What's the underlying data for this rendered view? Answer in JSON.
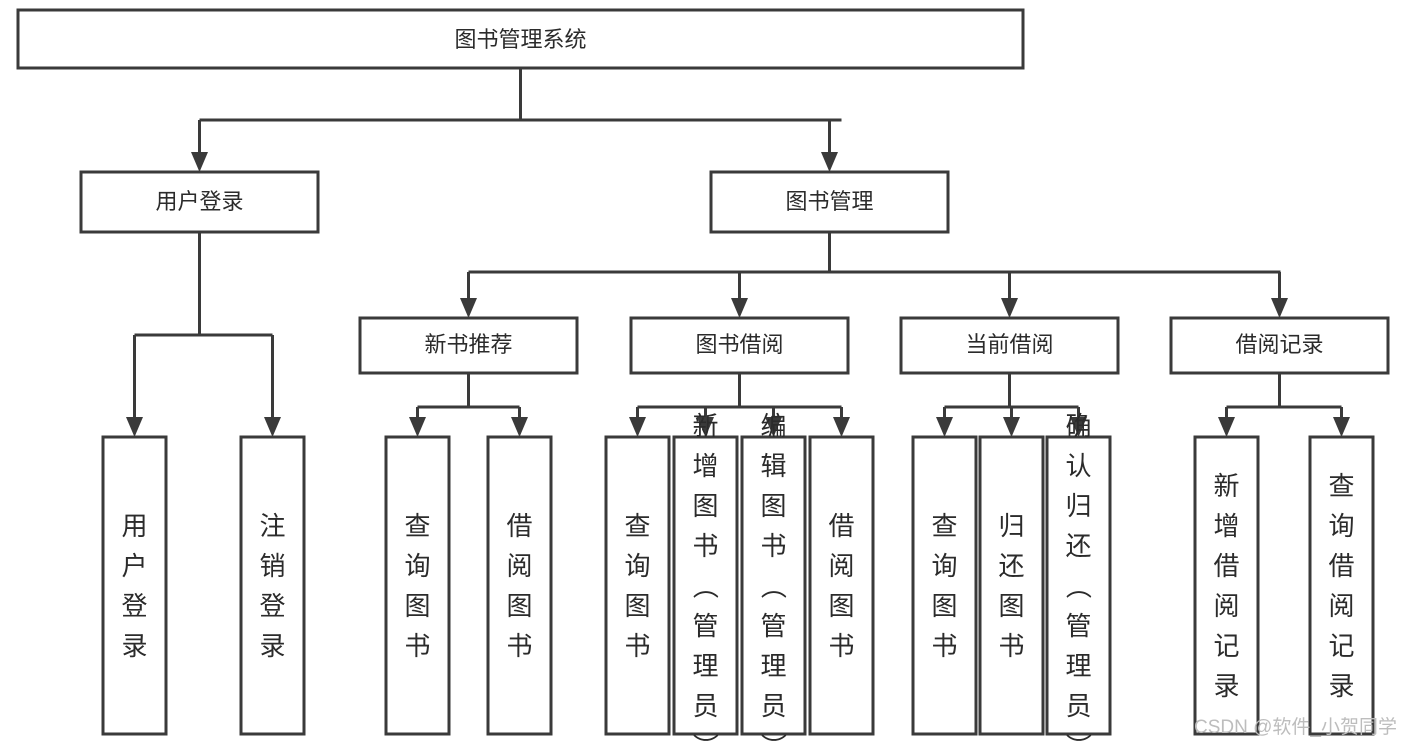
{
  "diagram": {
    "title": "图书管理系统",
    "type": "tree-hierarchy",
    "root": {
      "label": "图书管理系统"
    },
    "level2": [
      {
        "label": "用户登录"
      },
      {
        "label": "图书管理"
      }
    ],
    "level3": [
      {
        "label": "新书推荐"
      },
      {
        "label": "图书借阅"
      },
      {
        "label": "当前借阅"
      },
      {
        "label": "借阅记录"
      }
    ],
    "leaves": {
      "user_login": [
        {
          "label": "用户登录"
        },
        {
          "label": "注销登录"
        }
      ],
      "new_book_recommend": [
        {
          "label": "查询图书"
        },
        {
          "label": "借阅图书"
        }
      ],
      "book_borrow": [
        {
          "label": "查询图书"
        },
        {
          "label": "新增图书（管理员）"
        },
        {
          "label": "编辑图书（管理员）"
        },
        {
          "label": "借阅图书"
        }
      ],
      "current_borrow": [
        {
          "label": "查询图书"
        },
        {
          "label": "归还图书"
        },
        {
          "label": "确认归还（管理员）"
        }
      ],
      "borrow_record": [
        {
          "label": "新增借阅记录"
        },
        {
          "label": "查询借阅记录"
        }
      ]
    }
  },
  "watermark": {
    "text": "CSDN @软件_小贺同学"
  },
  "colors": {
    "stroke": "#3a3a3a",
    "box_fill": "#ffffff",
    "text": "#2b2b2b",
    "watermark": "#bdbdbd",
    "background": "#ffffff"
  }
}
